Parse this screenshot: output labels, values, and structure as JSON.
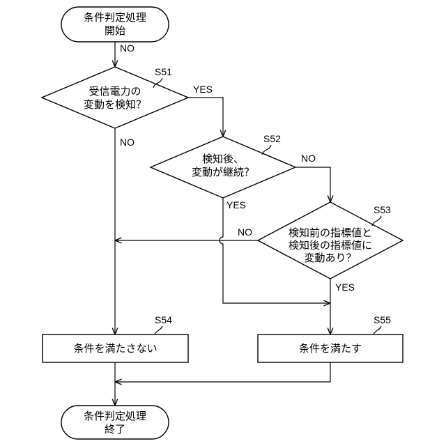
{
  "nodes": {
    "start": {
      "line1": "条件判定処理",
      "line2": "開始"
    },
    "s51": {
      "step": "S51",
      "line1": "受信電力の",
      "line2": "変動を検知？"
    },
    "s52": {
      "step": "S52",
      "line1": "検知後、",
      "line2": "変動が継続？"
    },
    "s53": {
      "step": "S53",
      "line1": "検知前の指標値と",
      "line2": "検知後の指標値に",
      "line3": "変動あり？"
    },
    "s54": {
      "step": "S54",
      "text": "条件を満たさない"
    },
    "s55": {
      "step": "S55",
      "text": "条件を満たす"
    },
    "end": {
      "line1": "条件判定処理",
      "line2": "終了"
    }
  },
  "edge_labels": {
    "start_to_s51": "NO",
    "s51_yes": "YES",
    "s51_no": "NO",
    "s52_no": "NO",
    "s52_yes": "YES",
    "s53_no": "NO",
    "s53_yes": "YES"
  }
}
